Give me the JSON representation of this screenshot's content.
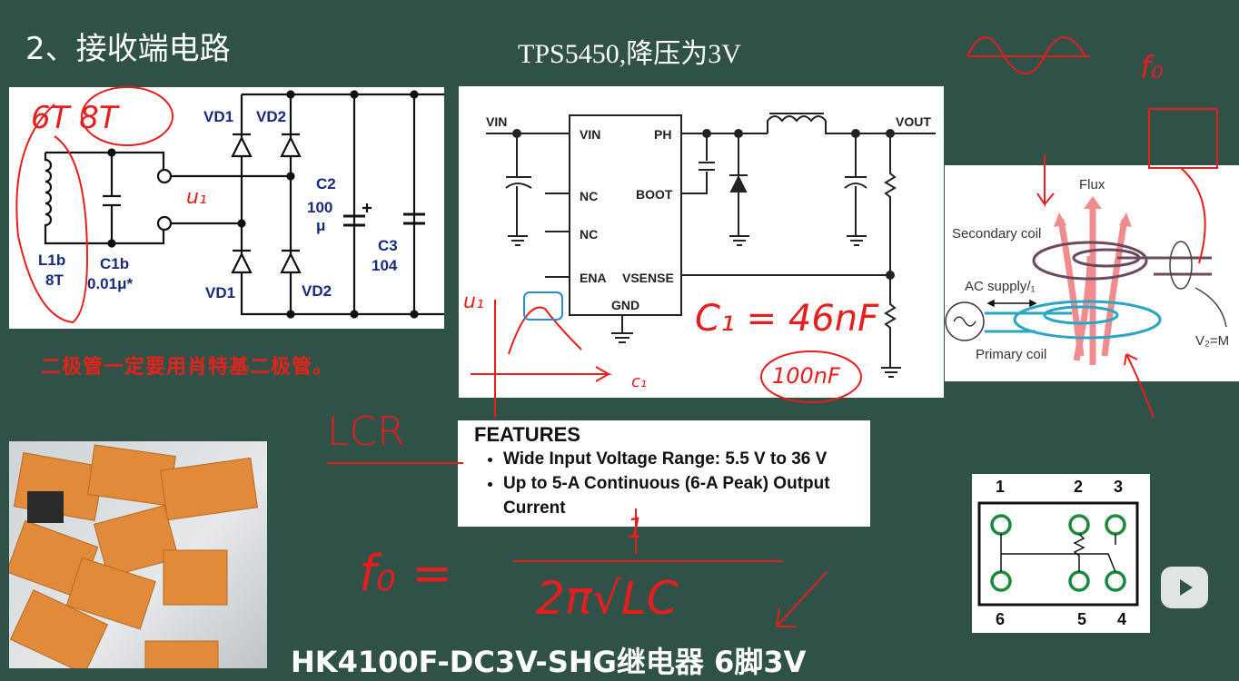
{
  "title": "2、接收端电路",
  "subtitle": "TPS5450,降压为3V",
  "note": "二极管一定要用肖特基二极管。",
  "receiver_circuit": {
    "labels": [
      "VD1",
      "VD2",
      "VD1",
      "VD2",
      "C2",
      "100",
      "μ",
      "C3",
      "104",
      "L1b",
      "8T",
      "C1b",
      "0.01μ*"
    ]
  },
  "buck_circuit": {
    "labels": [
      "VIN",
      "VIN",
      "PH",
      "VOUT",
      "NC",
      "BOOT",
      "NC",
      "ENA",
      "VSENSE",
      "GND"
    ]
  },
  "features": {
    "heading": "FEATURES",
    "items": [
      "Wide Input Voltage Range: 5.5 V to 36 V",
      "Up to 5-A Continuous (6-A Peak) Output Current"
    ]
  },
  "coil_diagram": {
    "labels": [
      "Flux",
      "Secondary coil",
      "AC supply/₁",
      "Primary coil",
      "V₂=M"
    ]
  },
  "pinout": {
    "pins": [
      "1",
      "2",
      "3",
      "6",
      "5",
      "4"
    ]
  },
  "bottom_caption": "HK4100F-DC3V-SHG继电器 6脚3V",
  "annotations": {
    "turns": "6T 8T",
    "u1": "u₁",
    "c1": "C₁ = 46nF",
    "c1_alt": "100nF",
    "lcr": "LCR",
    "axis_u": "u₁",
    "axis_c": "c₁",
    "formula_lhs": "f₀ =",
    "formula_num": "1",
    "formula_den": "2π√LC",
    "f0": "f₀"
  },
  "colors": {
    "background": "#2f5148",
    "annotation": "#e51e1e",
    "coil_primary": "#2aa6c4",
    "coil_secondary": "#6b4a60",
    "flux": "#f28c8c"
  }
}
